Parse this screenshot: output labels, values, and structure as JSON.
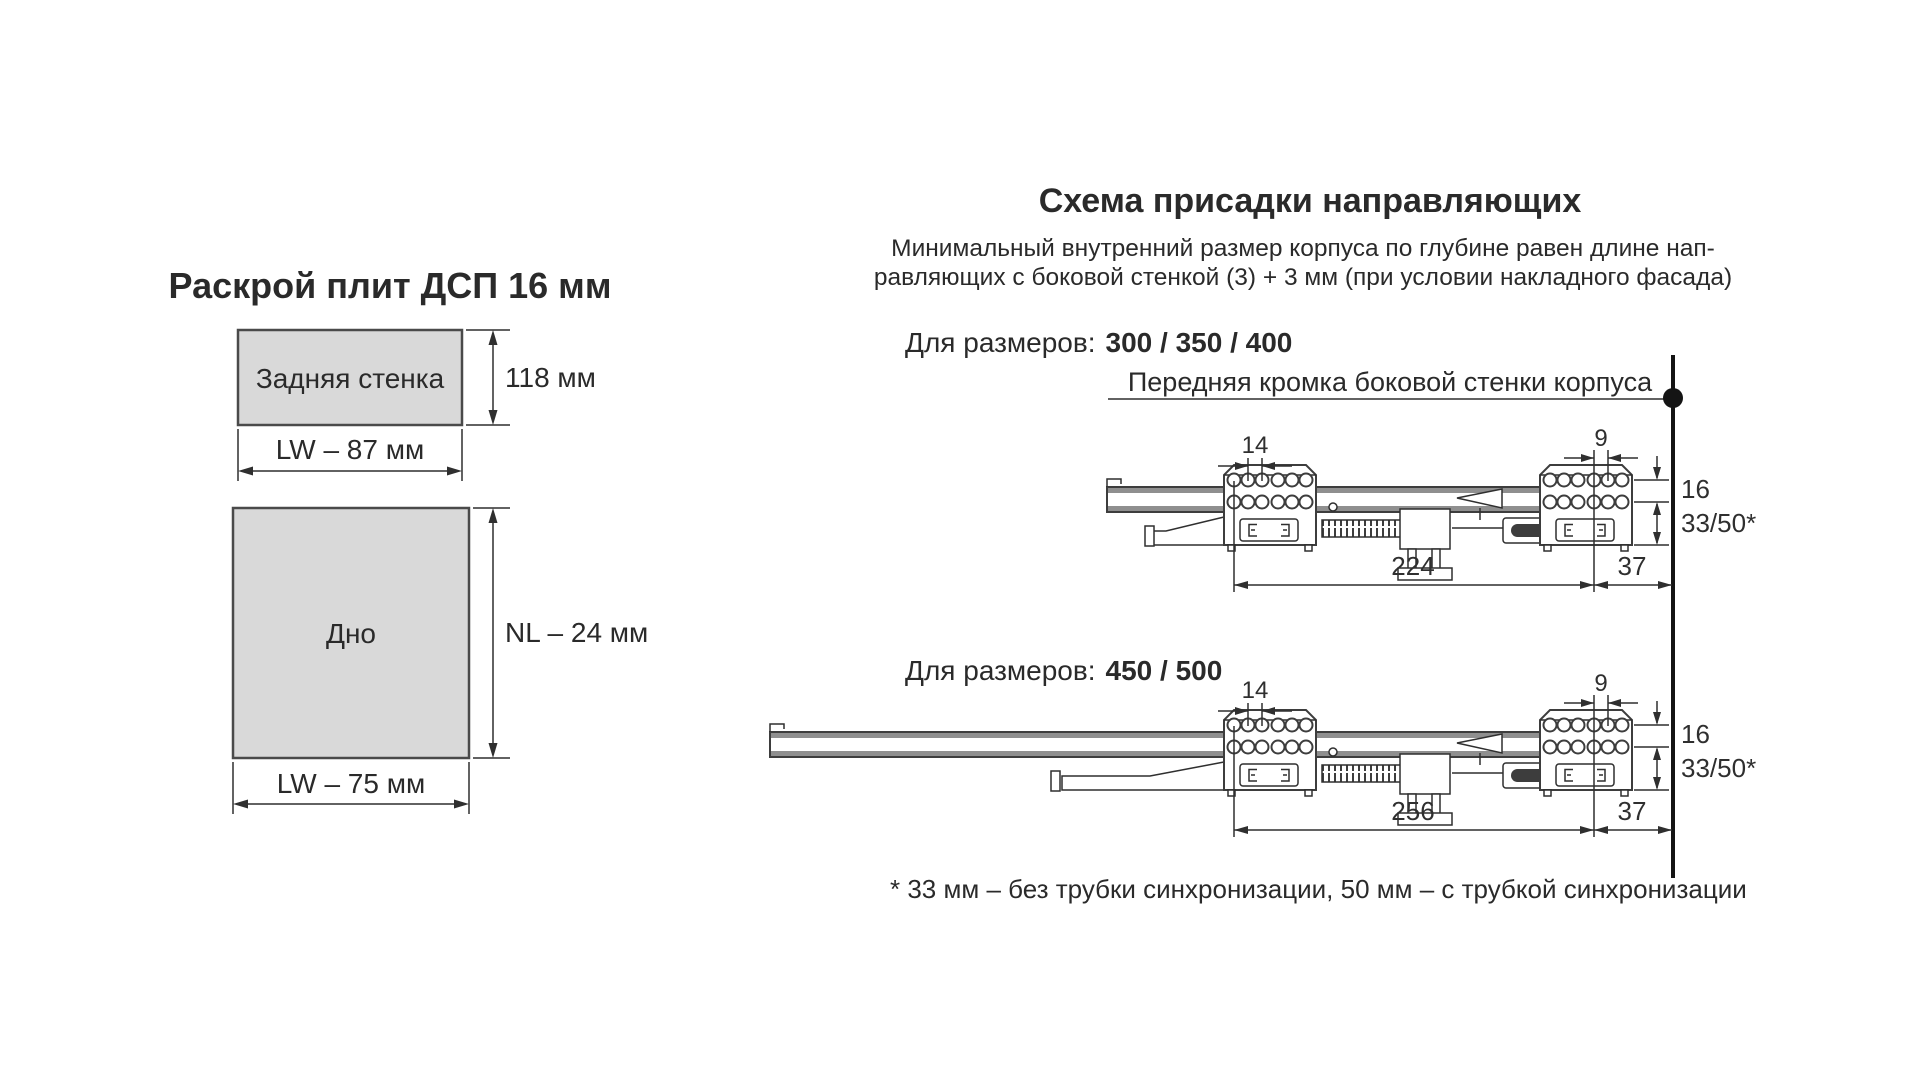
{
  "document": {
    "background": "#ffffff"
  },
  "palette": {
    "drawing_line": "#3d3d3d",
    "dimension_line": "#2f2f2f",
    "text": "#2a2a2a",
    "panel_fill": "#d9d9d9",
    "panel_border": "#4a4a4a",
    "rail_gray": "#8f8f8f",
    "front_edge_black": "#141414"
  },
  "cutting_section": {
    "title": "Раскрой плит ДСП 16 мм",
    "back_panel": {
      "label": "Задняя стенка",
      "height": "118 мм",
      "width": "LW – 87 мм"
    },
    "bottom_panel": {
      "label": "Дно",
      "height": "NL – 24 мм",
      "width": "LW – 75 мм"
    }
  },
  "drilling_section": {
    "title": "Схема присадки направляющих",
    "description_line1": "Минимальный внутренний размер корпуса по глубине равен длине нап-",
    "description_line2": "равляющих с боковой стенкой (3) + 3 мм (при условии накладного фасада)",
    "front_edge_label": "Передняя кромка боковой стенки корпуса",
    "group1": {
      "label": "Для размеров:",
      "sizes": "300 / 350 / 400",
      "dims": {
        "pitch_left": "14",
        "pitch_right": "9",
        "row_gap": "16",
        "bottom_offset": "33/50*",
        "length": "224",
        "front_gap": "37"
      }
    },
    "group2": {
      "label": "Для размеров:",
      "sizes": "450 / 500",
      "dims": {
        "pitch_left": "14",
        "pitch_right": "9",
        "row_gap": "16",
        "bottom_offset": "33/50*",
        "length": "256",
        "front_gap": "37"
      }
    },
    "footnote": "* 33 мм – без трубки синхронизации, 50 мм – с трубкой синхронизации"
  }
}
